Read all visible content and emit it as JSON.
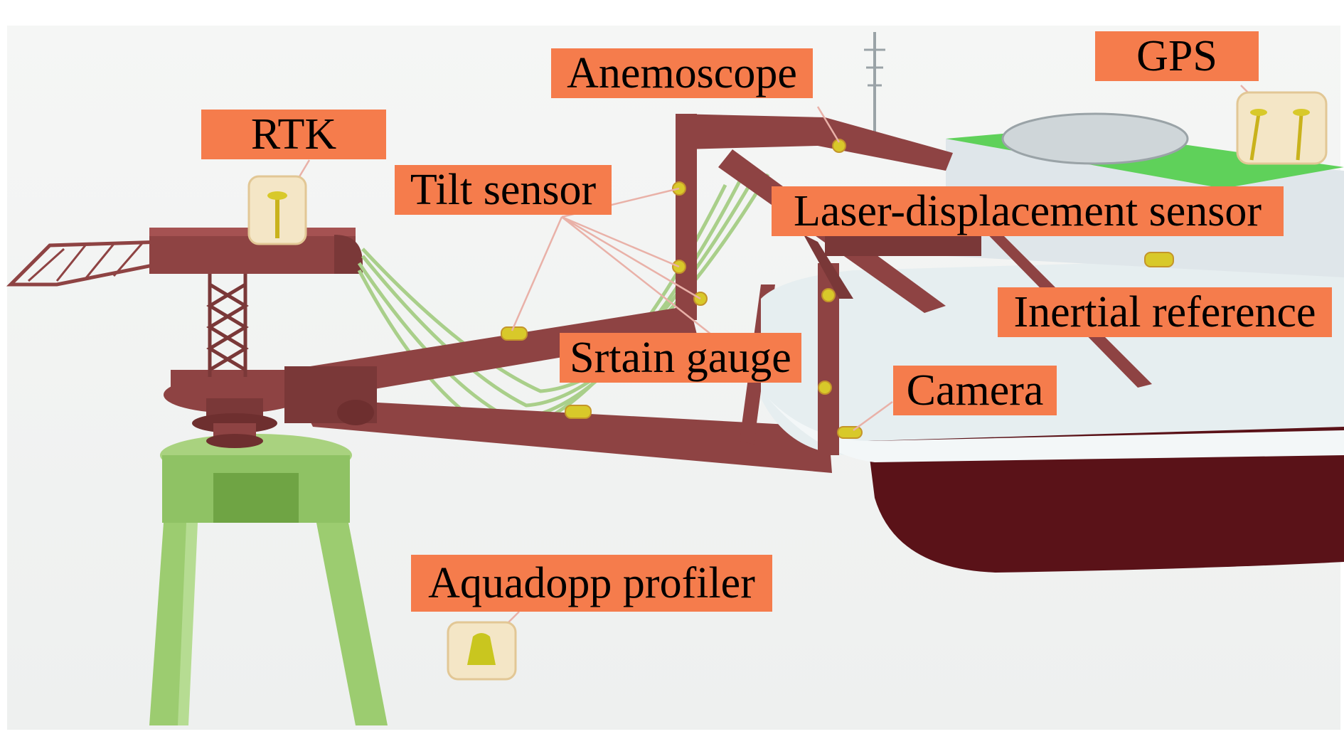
{
  "colors": {
    "label_background": "#f57c4c",
    "structure": "#8e4343",
    "structure_dark": "#6e2f2f",
    "jacket": "#9ccc70",
    "hull_upper": "#e6eef0",
    "hull_lower": "#5a1218",
    "deck_green": "#5fd15a",
    "sensor": "#d8c92a",
    "cable": "#a9cf8a"
  },
  "labels": {
    "rtk": "RTK",
    "anemoscope": "Anemoscope",
    "gps": "GPS",
    "tilt_sensor": "Tilt sensor",
    "laser_displacement_sensor": "Laser-displacement sensor",
    "inertial_reference": "Inertial reference",
    "strain_gauge": "Srtain gauge",
    "camera": "Camera",
    "aquadopp_profiler": "Aquadopp profiler"
  },
  "icons": {
    "rtk": "rtk-antenna-icon",
    "gps": "gps-antenna-icon",
    "aquadopp": "aquadopp-profiler-icon",
    "sensor": "sensor-node-icon"
  }
}
